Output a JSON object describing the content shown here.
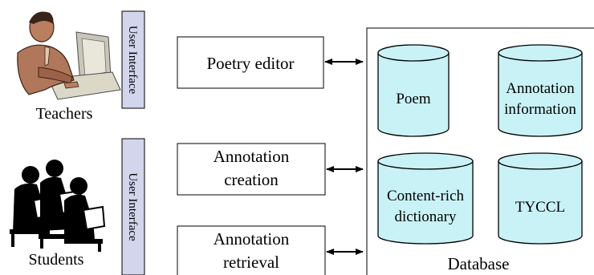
{
  "actors": {
    "teachers": "Teachers",
    "students": "Students"
  },
  "ui": {
    "teachers_label": "User Interface",
    "students_label": "User Interface"
  },
  "modules": {
    "poetry_editor": "Poetry editor",
    "annotation_creation": [
      "Annotation",
      "creation"
    ],
    "annotation_retrieval": [
      "Annotation",
      "retrieval"
    ]
  },
  "database": {
    "label": "Database",
    "stores": {
      "poem": [
        "Poem"
      ],
      "annotation_information": [
        "Annotation",
        "information"
      ],
      "content_rich_dictionary": [
        "Content-rich",
        "dictionary"
      ],
      "tyccl": [
        "TYCCL"
      ]
    }
  },
  "colors": {
    "ui_bar": "#d2d5ec",
    "cylinder": "#c9f2f6",
    "stroke": "#000000",
    "teacher_figure": "#b0775a"
  },
  "icons": {
    "teachers": "teacher-at-computer-icon",
    "students": "students-reading-icon"
  }
}
